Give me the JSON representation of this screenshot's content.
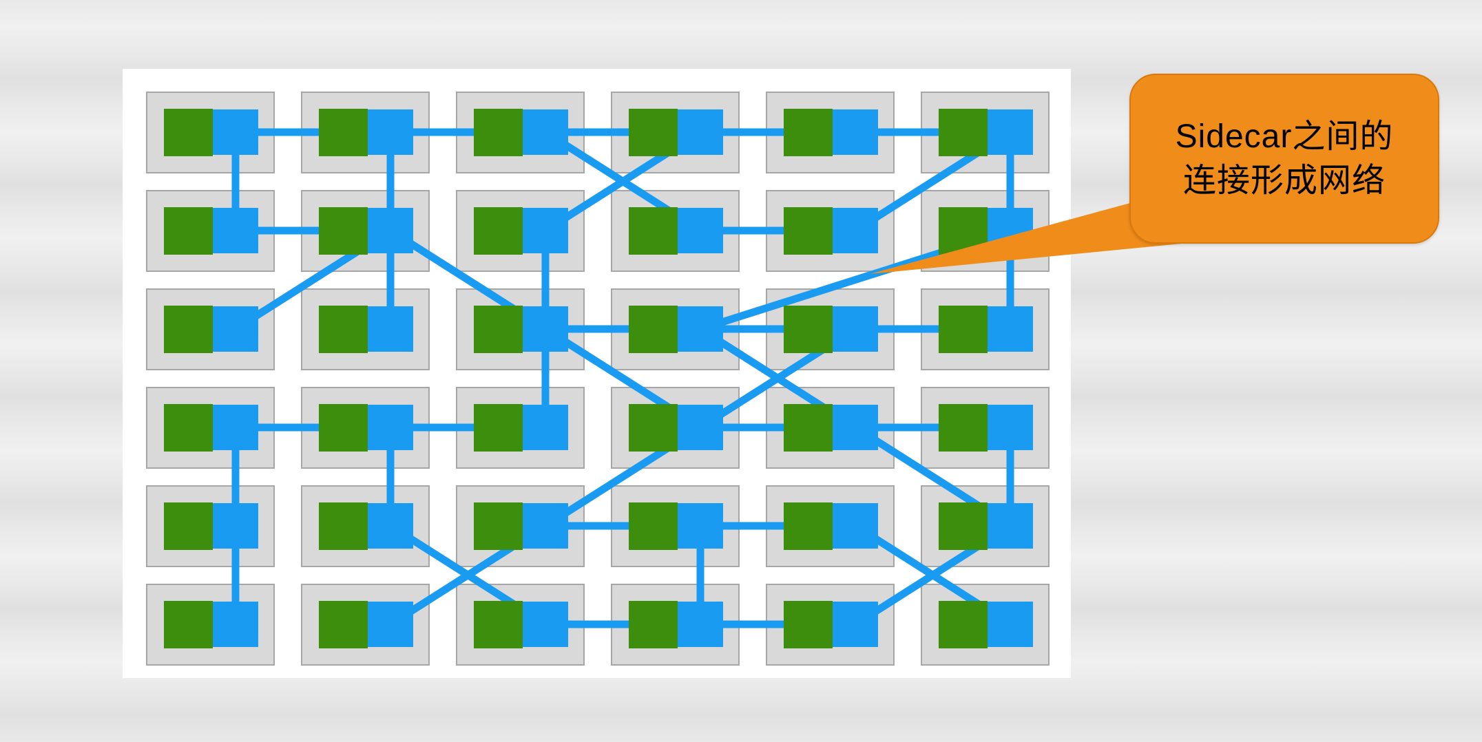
{
  "slide": {
    "background": "#e9e9e9",
    "panel_bg": "#ffffff"
  },
  "diagram": {
    "grid": {
      "rows": 6,
      "cols": 6
    },
    "colors": {
      "box_fill": "#d9d9d9",
      "box_border": "#a6a6a6",
      "service_fill": "#3e8e0e",
      "sidecar_fill": "#1a9bf2",
      "link": "#1a9bf2"
    },
    "node_parts": {
      "service": "service-square",
      "sidecar": "sidecar-square"
    },
    "edges": [
      [
        0,
        0,
        0,
        1
      ],
      [
        0,
        1,
        0,
        2
      ],
      [
        0,
        2,
        0,
        3
      ],
      [
        0,
        3,
        0,
        4
      ],
      [
        0,
        4,
        0,
        5
      ],
      [
        0,
        0,
        1,
        0
      ],
      [
        0,
        1,
        1,
        1
      ],
      [
        0,
        2,
        1,
        3
      ],
      [
        0,
        3,
        1,
        2
      ],
      [
        0,
        5,
        1,
        4
      ],
      [
        0,
        5,
        1,
        5
      ],
      [
        1,
        0,
        1,
        1
      ],
      [
        1,
        1,
        2,
        0
      ],
      [
        1,
        1,
        2,
        1
      ],
      [
        1,
        1,
        2,
        2
      ],
      [
        1,
        2,
        2,
        2
      ],
      [
        1,
        3,
        1,
        4
      ],
      [
        1,
        5,
        2,
        5
      ],
      [
        1,
        5,
        2,
        3
      ],
      [
        2,
        2,
        2,
        3
      ],
      [
        2,
        3,
        2,
        4
      ],
      [
        2,
        4,
        2,
        5
      ],
      [
        2,
        2,
        3,
        2
      ],
      [
        2,
        2,
        3,
        3
      ],
      [
        2,
        3,
        3,
        4
      ],
      [
        2,
        4,
        3,
        3
      ],
      [
        3,
        0,
        3,
        1
      ],
      [
        3,
        1,
        3,
        2
      ],
      [
        3,
        3,
        3,
        4
      ],
      [
        3,
        4,
        3,
        5
      ],
      [
        3,
        0,
        4,
        0
      ],
      [
        3,
        1,
        4,
        1
      ],
      [
        3,
        3,
        4,
        2
      ],
      [
        3,
        4,
        4,
        5
      ],
      [
        3,
        5,
        4,
        5
      ],
      [
        4,
        0,
        5,
        0
      ],
      [
        4,
        1,
        5,
        2
      ],
      [
        4,
        2,
        5,
        1
      ],
      [
        4,
        2,
        4,
        3
      ],
      [
        4,
        3,
        4,
        4
      ],
      [
        4,
        3,
        5,
        3
      ],
      [
        4,
        4,
        5,
        5
      ],
      [
        4,
        5,
        5,
        4
      ],
      [
        5,
        2,
        5,
        3
      ],
      [
        5,
        3,
        5,
        4
      ]
    ]
  },
  "callout": {
    "lines": [
      "Sidecar之间的",
      "连接形成网络"
    ],
    "fill": "#f08c1a",
    "border": "#d9790c",
    "text_color": "#000000"
  }
}
